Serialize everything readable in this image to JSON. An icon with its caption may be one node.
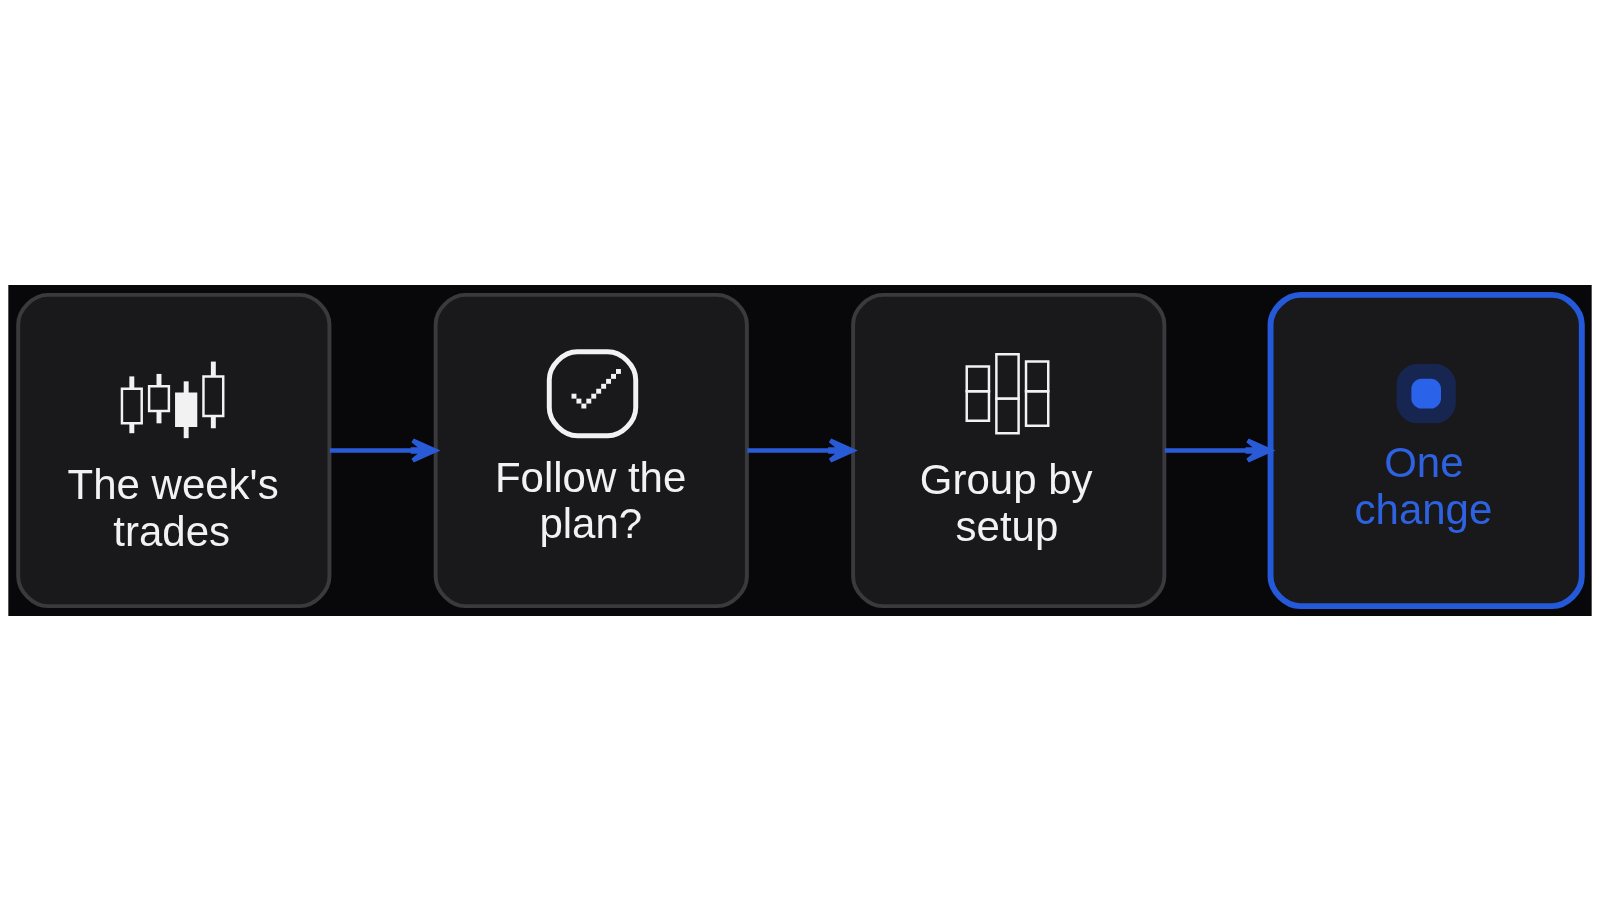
{
  "diagram": {
    "nodes": [
      {
        "text": [
          "The week's trades"
        ]
      },
      {
        "text": [
          "Follow the plan?"
        ]
      },
      {
        "text": [
          "Group by setup"
        ]
      },
      {
        "text": [
          "One change"
        ]
      }
    ],
    "edges": [
      {
        "from": 0,
        "to": 1,
        "arrow": "to"
      },
      {
        "from": 1,
        "to": 2,
        "arrow": "to"
      },
      {
        "from": 2,
        "to": 3,
        "arrow": "to"
      }
    ]
  }
}
